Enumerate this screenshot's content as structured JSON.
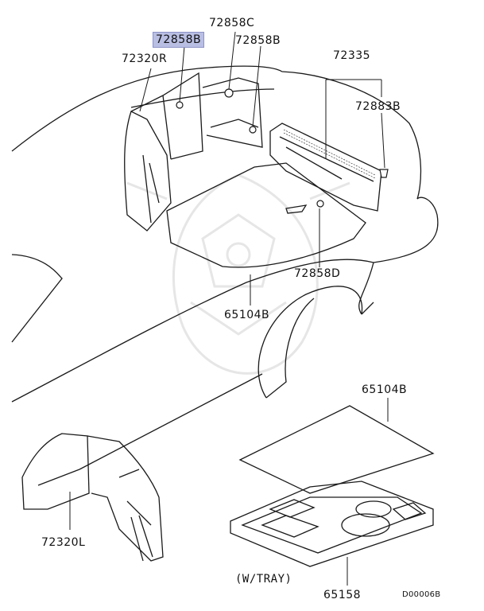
{
  "labels": {
    "p72858c": "72858C",
    "p72858b_hl": "72858B",
    "p72858b": "72858B",
    "p72320r": "72320R",
    "p72335": "72335",
    "p72883b": "72883B",
    "p72858d": "72858D",
    "p65104b_top": "65104B",
    "p65104b_tray": "65104B",
    "p72320l": "72320L",
    "tray_note": "(W/TRAY)",
    "p65158": "65158",
    "diagram_id": "D00006B"
  },
  "colors": {
    "highlight": "#b9bfe3",
    "stroke": "#1a1a1a",
    "watermark": "#e4e4e4"
  }
}
